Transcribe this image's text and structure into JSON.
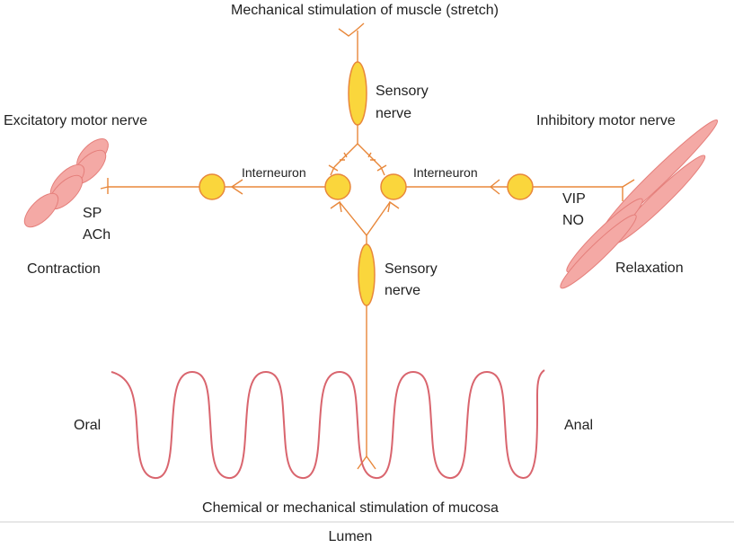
{
  "labels": {
    "top": "Mechanical stimulation of muscle (stretch)",
    "sensory_upper_1": "Sensory",
    "sensory_upper_2": "nerve",
    "sensory_lower_1": "Sensory",
    "sensory_lower_2": "nerve",
    "excitatory": "Excitatory motor nerve",
    "inhibitory": "Inhibitory motor nerve",
    "interneuron_left": "Interneuron",
    "interneuron_right": "Interneuron",
    "sp": "SP",
    "ach": "ACh",
    "vip": "VIP",
    "no": "NO",
    "contraction": "Contraction",
    "relaxation": "Relaxation",
    "oral": "Oral",
    "anal": "Anal",
    "mucosa": "Chemical or mechanical stimulation of mucosa",
    "lumen": "Lumen"
  },
  "colors": {
    "nerve": "#e8873a",
    "neuron_fill": "#fad63c",
    "neuron_stroke": "#e8873a",
    "muscle_fill": "#f4a9a5",
    "muscle_stroke": "#e57f7b",
    "mucosa": "#d9656e"
  }
}
